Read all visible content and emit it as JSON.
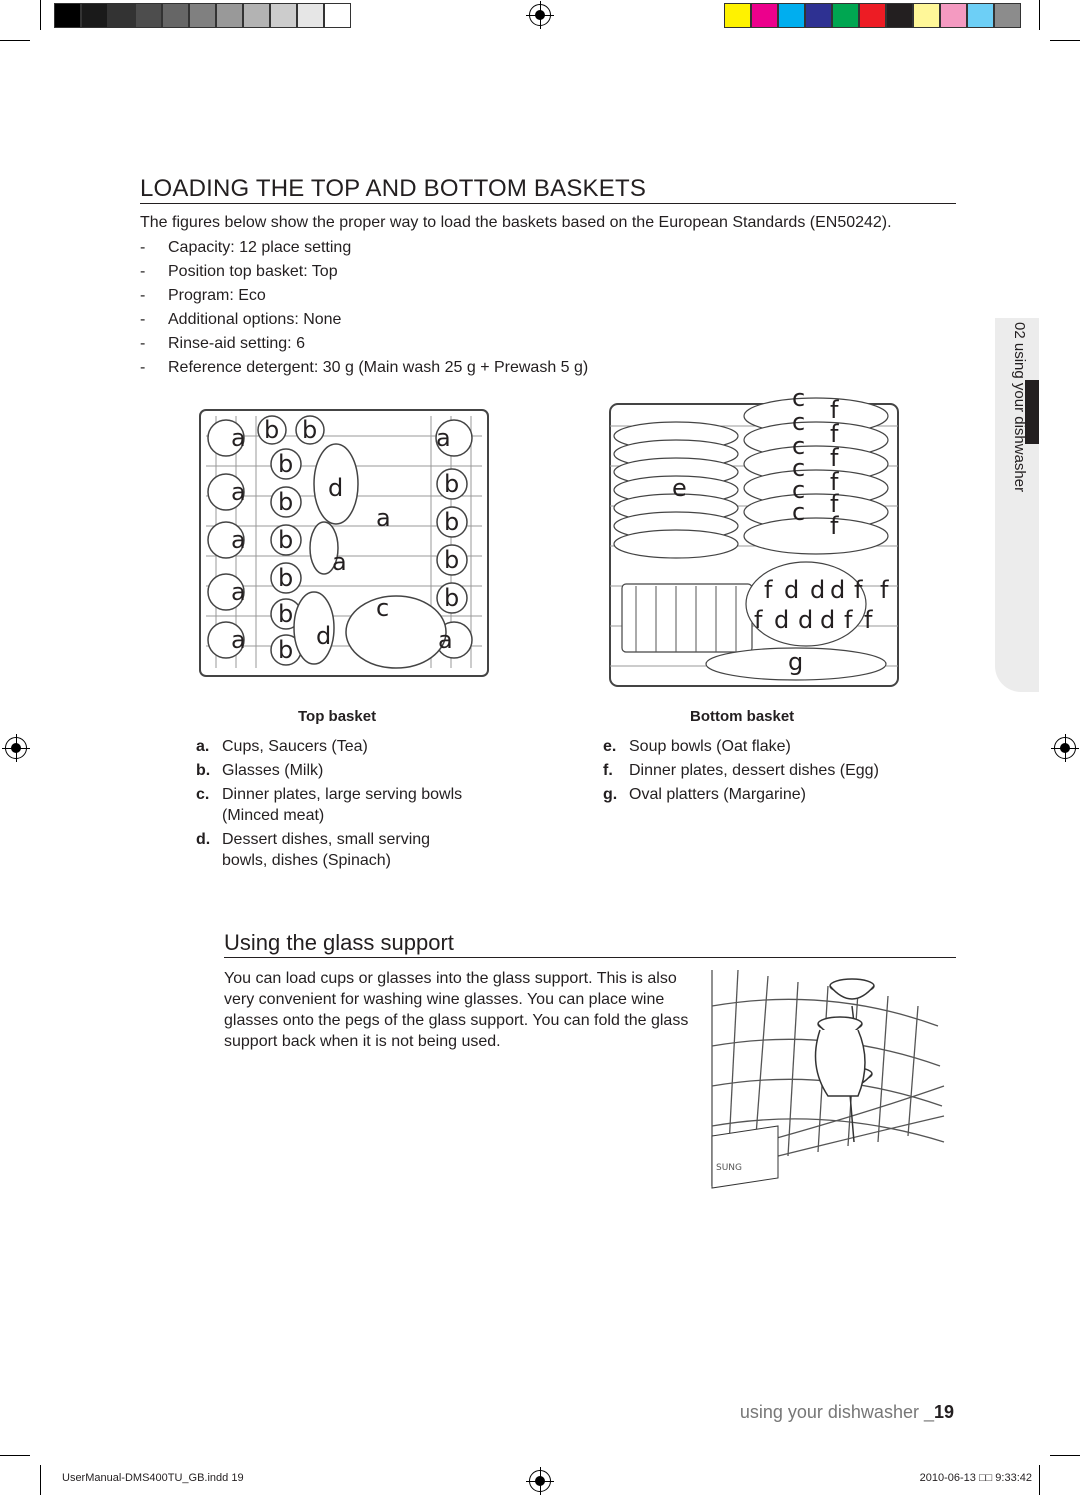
{
  "colors": {
    "gray_swatches": [
      "#000000",
      "#1a1a1a",
      "#333333",
      "#4d4d4d",
      "#666666",
      "#808080",
      "#999999",
      "#b3b3b3",
      "#cccccc",
      "#e6e6e6",
      "#ffffff"
    ],
    "color_swatches": [
      "#fff200",
      "#ec008c",
      "#00aeef",
      "#2e3192",
      "#00a651",
      "#ed1c24",
      "#231f20",
      "#fff799",
      "#f49ac1",
      "#6dcff6",
      "#8c8c8c"
    ]
  },
  "section": {
    "title": "LOADING THE TOP AND BOTTOM BASKETS",
    "intro": "The figures below show the proper way to load the baskets based on the European Standards (EN50242).",
    "specs": [
      "Capacity: 12 place setting",
      "Position top basket: Top",
      "Program: Eco",
      "Additional options: None",
      "Rinse-aid setting: 6",
      "Reference detergent: 30 g (Main wash 25 g + Prewash 5 g)"
    ],
    "spec_bullet": "-"
  },
  "top_basket": {
    "heading": "Top basket",
    "items": [
      {
        "key": "a.",
        "text": "Cups, Saucers (Tea)"
      },
      {
        "key": "b.",
        "text": "Glasses (Milk)"
      },
      {
        "key": "c.",
        "text": "Dinner plates, large serving bowls (Minced meat)"
      },
      {
        "key": "d.",
        "text": "Dessert dishes, small serving bowls, dishes (Spinach)"
      }
    ]
  },
  "bottom_basket": {
    "heading": "Bottom basket",
    "items": [
      {
        "key": "e.",
        "text": "Soup bowls (Oat flake)"
      },
      {
        "key": "f.",
        "text": "Dinner plates, dessert dishes (Egg)"
      },
      {
        "key": "g.",
        "text": "Oval platters (Margarine)"
      }
    ]
  },
  "glass_support": {
    "title": "Using the glass support",
    "body": "You can load cups or glasses into the glass support. This is also very convenient for washing wine glasses. You can place wine glasses onto the pegs of the glass support. You can fold the glass support back when it is not being used.",
    "brand_fragment": "SUNG"
  },
  "side_tab": {
    "label": "02 using your dishwasher"
  },
  "footer": {
    "page_label": "using your dishwasher _",
    "page_number": "19",
    "slug_file": "UserManual-DMS400TU_GB.indd   19",
    "slug_date": "2010-06-13   □□ 9:33:42"
  }
}
